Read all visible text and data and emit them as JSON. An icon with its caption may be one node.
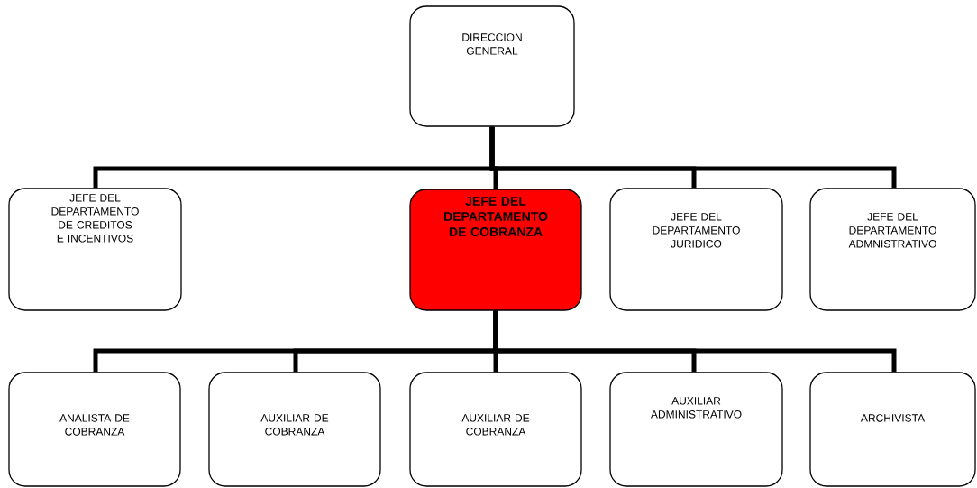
{
  "diagram": {
    "nodes": [
      {
        "text": [
          "DIRECCION GENERAL"
        ]
      },
      {
        "text": [
          "JEFE DEL DEPARTAMENTO DE CREDITOS E INCENTIVOS"
        ]
      },
      {
        "text": [
          "JEFE DEL DEPARTAMENTO DE COBRANZA"
        ]
      },
      {
        "text": [
          "JEFE DEL DEPARTAMENTO JURIDICO"
        ]
      },
      {
        "text": [
          "JEFE DEL DEPARTAMENTO ADMNISTRATIVO"
        ]
      },
      {
        "text": [
          "ANALISTA DE COBRANZA"
        ]
      },
      {
        "text": [
          "AUXILIAR DE COBRANZA"
        ]
      },
      {
        "text": [
          "AUXILIAR DE COBRANZA"
        ]
      },
      {
        "text": [
          "AUXILIAR ADMINISTRATIVO"
        ]
      },
      {
        "text": [
          "ARCHIVISTA"
        ]
      }
    ],
    "edges": [
      {
        "from": 0,
        "to": 1,
        "arrow": "none"
      },
      {
        "from": 0,
        "to": 2,
        "arrow": "none"
      },
      {
        "from": 0,
        "to": 3,
        "arrow": "none"
      },
      {
        "from": 0,
        "to": 4,
        "arrow": "none"
      },
      {
        "from": 2,
        "to": 5,
        "arrow": "none"
      },
      {
        "from": 2,
        "to": 6,
        "arrow": "none"
      },
      {
        "from": 2,
        "to": 7,
        "arrow": "none"
      },
      {
        "from": 2,
        "to": 8,
        "arrow": "none"
      },
      {
        "from": 2,
        "to": 9,
        "arrow": "none"
      }
    ]
  }
}
